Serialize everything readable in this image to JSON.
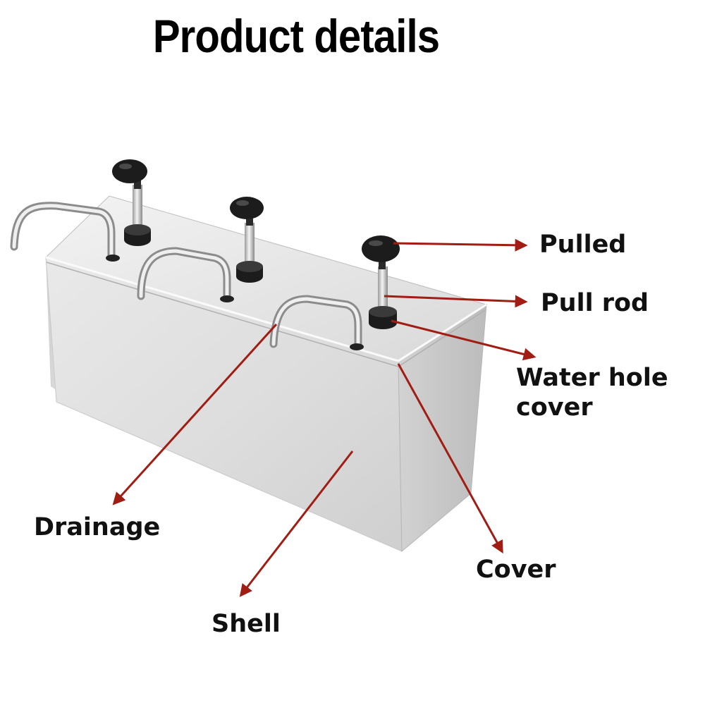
{
  "title": "Product details",
  "labels": {
    "pulled": "Pulled",
    "pull_rod": "Pull rod",
    "water_hole_cover": "Water hole\ncover",
    "drainage": "Drainage",
    "cover": "Cover",
    "shell": "Shell"
  },
  "colors": {
    "arrow": "#a11d14",
    "steel_light": "#e6e6e6",
    "steel_dark": "#c4c4c4",
    "knob": "#1c1c1c"
  },
  "icons": {
    "pump_knob": "pump-knob-icon",
    "spout": "spout-icon",
    "arrow": "arrow-icon"
  }
}
